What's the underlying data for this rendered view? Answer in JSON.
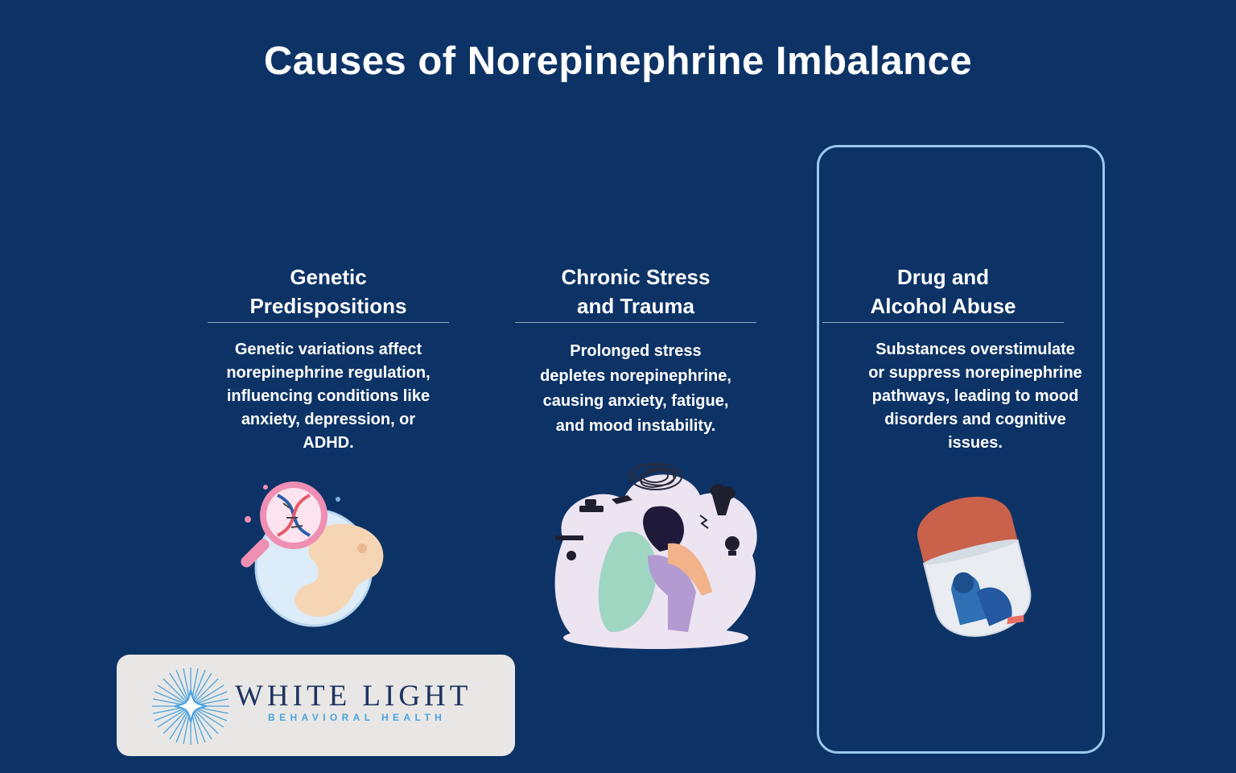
{
  "title": "Causes of Norepinephrine Imbalance",
  "columns": [
    {
      "heading_lines": [
        "Genetic",
        "Predispositions"
      ],
      "text_lines": [
        "Genetic variations affect",
        "norepinephrine regulation,",
        "influencing conditions like",
        "anxiety, depression, or",
        "ADHD."
      ],
      "illustration": "dna-magnifier-fetus-icon"
    },
    {
      "heading_lines": [
        "Chronic Stress",
        "and Trauma"
      ],
      "text_lines": [
        "Prolonged stress",
        "depletes norepinephrine,",
        "causing anxiety, fatigue,",
        "and mood instability."
      ],
      "illustration": "stressed-person-icon"
    },
    {
      "heading_lines": [
        "Drug and",
        "Alcohol Abuse"
      ],
      "text_lines": [
        "Substances overstimulate",
        "or suppress norepinephrine",
        "pathways, leading to mood",
        "disorders and cognitive",
        "issues."
      ],
      "illustration": "person-in-pill-icon"
    }
  ],
  "logo": {
    "name": "WHITE LIGHT",
    "subtitle": "BEHAVIORAL HEALTH",
    "icon": "starburst-icon"
  },
  "colors": {
    "background": "#0d3366",
    "highlight_border": "#9cc8f0",
    "logo_card": "#e9e7e5",
    "logo_name": "#1d3461",
    "logo_accent": "#4aa3df"
  }
}
